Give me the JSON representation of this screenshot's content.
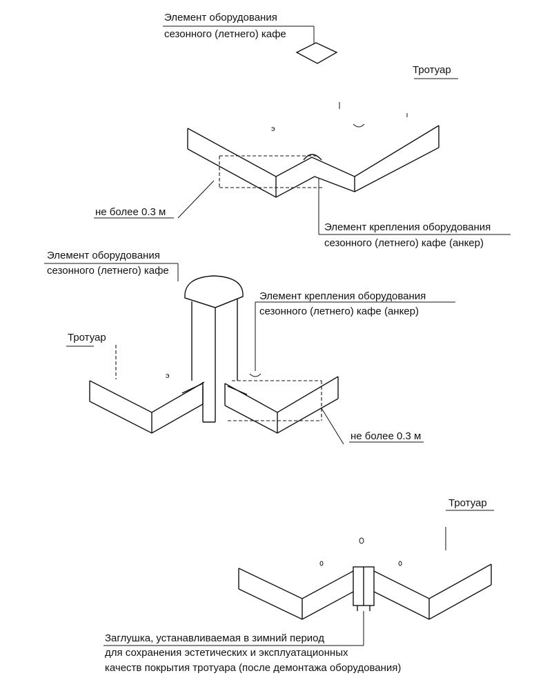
{
  "colors": {
    "ink": "#111111",
    "background": "#ffffff"
  },
  "fig1": {
    "equipment_line1": "Элемент  оборудования",
    "equipment_line2": "сезонного (летнего) кафе",
    "sidewalk": "Тротуар",
    "distance": "не более 0.3 м",
    "anchor_line1": "Элемент крепления оборудования",
    "anchor_line2": "сезонного (летнего) кафе (анкер)"
  },
  "fig2": {
    "equipment_line1": "Элемент  оборудования",
    "equipment_line2": "сезонного (летнего) кафе",
    "anchor_line1": "Элемент крепления оборудования",
    "anchor_line2": "сезонного (летнего) кафе (анкер)",
    "sidewalk": "Тротуар",
    "distance": "не более 0.3 м"
  },
  "fig3": {
    "sidewalk": "Тротуар",
    "plug_line1": "Заглушка, устанавливаемая в зимний период",
    "plug_line2": "для сохранения эстетических и эксплуатационных",
    "plug_line3": "качеств покрытия тротуара (после демонтажа оборудования)"
  }
}
